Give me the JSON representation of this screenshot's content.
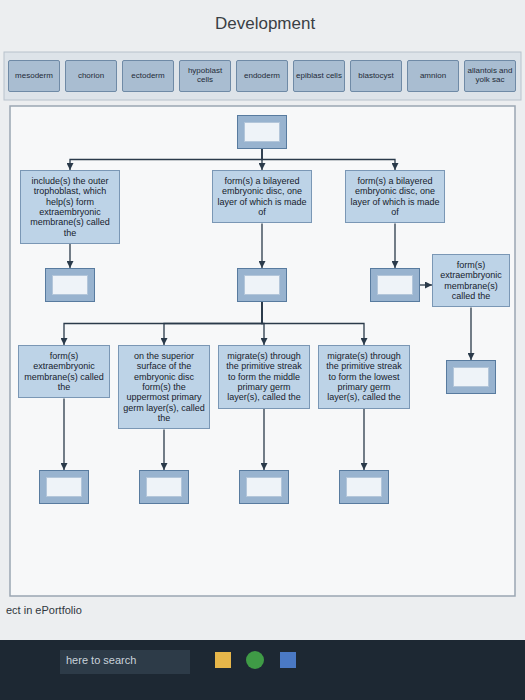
{
  "diagram": {
    "title": "Development",
    "nodes": [
      {
        "text": [
          "mesoderm"
        ]
      },
      {
        "text": [
          "chorion"
        ]
      },
      {
        "text": [
          "ectoderm"
        ]
      },
      {
        "text": [
          "hypoblast cells"
        ]
      },
      {
        "text": [
          "endoderm"
        ]
      },
      {
        "text": [
          "epiblast cells"
        ]
      },
      {
        "text": [
          "blastocyst"
        ]
      },
      {
        "text": [
          "amnion"
        ]
      },
      {
        "text": [
          "allantois and yolk sac"
        ]
      },
      {
        "text": []
      },
      {
        "text": [
          "include(s) the outer trophoblast, which help(s) form extraembryonic membrane(s) called the"
        ]
      },
      {
        "text": [
          "form(s) a bilayered embryonic disc, one layer of which is made of"
        ]
      },
      {
        "text": [
          "form(s) a bilayered embryonic disc, one layer of which is made of"
        ]
      },
      {
        "text": []
      },
      {
        "text": []
      },
      {
        "text": []
      },
      {
        "text": [
          "form(s) extraembryonic membrane(s) called the"
        ]
      },
      {
        "text": [
          "on the superior surface of the embryonic disc form(s) the uppermost primary germ layer(s), called the"
        ]
      },
      {
        "text": [
          "migrate(s) through the primitive streak to form the middle primary germ layer(s), called the"
        ]
      },
      {
        "text": [
          "migrate(s) through the primitive streak to form the lowest primary germ layer(s), called the"
        ]
      },
      {
        "text": [
          "form(s) extraembryonic membrane(s) called the"
        ]
      },
      {
        "text": []
      },
      {
        "text": []
      },
      {
        "text": []
      },
      {
        "text": []
      },
      {
        "text": []
      }
    ],
    "edges": [
      {
        "from": 9,
        "to": 10,
        "arrow": "to"
      },
      {
        "from": 9,
        "to": 11,
        "arrow": "to"
      },
      {
        "from": 9,
        "to": 12,
        "arrow": "to"
      },
      {
        "from": 10,
        "to": 13,
        "arrow": "to"
      },
      {
        "from": 11,
        "to": 14,
        "arrow": "to"
      },
      {
        "from": 12,
        "to": 15,
        "arrow": "to"
      },
      {
        "from": 14,
        "to": 16,
        "arrow": "to"
      },
      {
        "from": 14,
        "to": 17,
        "arrow": "to"
      },
      {
        "from": 14,
        "to": 18,
        "arrow": "to"
      },
      {
        "from": 14,
        "to": 19,
        "arrow": "to"
      },
      {
        "from": 15,
        "to": 20,
        "arrow": "to"
      },
      {
        "from": 16,
        "to": 21,
        "arrow": "to"
      },
      {
        "from": 17,
        "to": 22,
        "arrow": "to"
      },
      {
        "from": 18,
        "to": 23,
        "arrow": "to"
      },
      {
        "from": 19,
        "to": 24,
        "arrow": "to"
      },
      {
        "from": 20,
        "to": 25,
        "arrow": "to"
      }
    ],
    "labels": [
      "ect in ePortfolio",
      "here to search"
    ]
  }
}
